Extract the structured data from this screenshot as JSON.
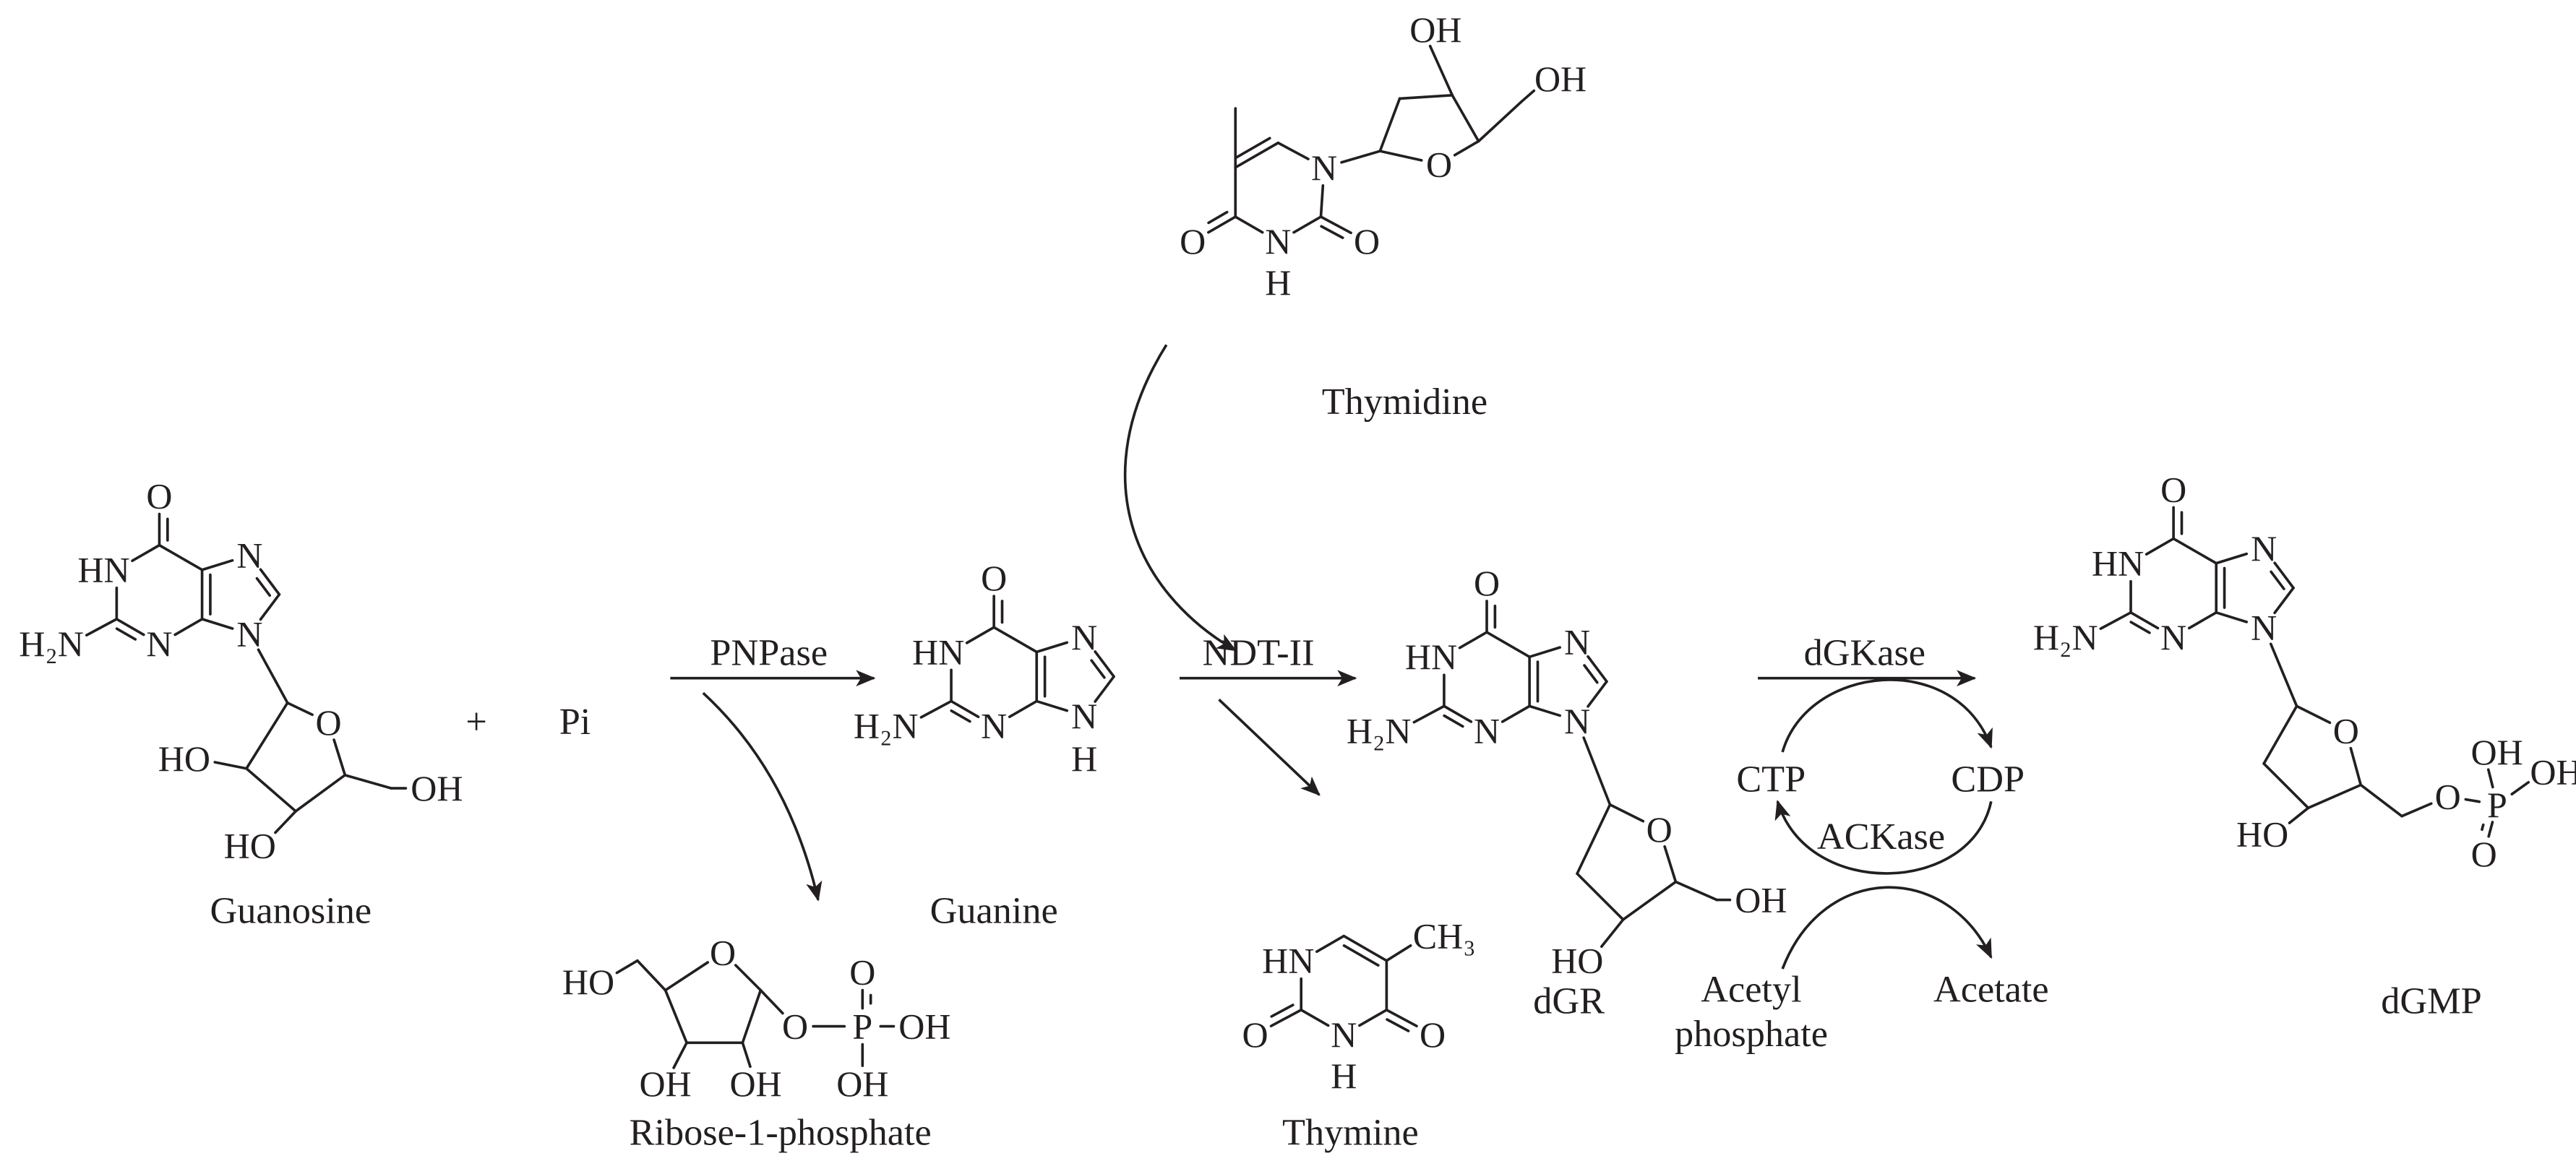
{
  "labels": {
    "thymidine": "Thymidine",
    "guanosine": "Guanosine",
    "plus": "+",
    "pi": "Pi",
    "pnpase": "PNPase",
    "guanine": "Guanine",
    "ndt": "NDT-II",
    "thymine": "Thymine",
    "dgr": "dGR",
    "dgkase": "dGKase",
    "ctp": "CTP",
    "cdp": "CDP",
    "ackase": "ACKase",
    "acetyl_line1": "Acetyl",
    "acetyl_line2": "phosphate",
    "acetate": "Acetate",
    "dgmp": "dGMP",
    "r1p": "Ribose-1-phosphate"
  },
  "molecules": {
    "guanosine": {
      "atoms": [
        "O",
        "HN",
        "N",
        "N",
        "N",
        "H₂N",
        "O",
        "HO",
        "HO",
        "OH"
      ]
    },
    "guanine": {
      "atoms": [
        "O",
        "HN",
        "N",
        "N",
        "N",
        "H₂N",
        "H"
      ]
    },
    "dgr": {
      "atoms": [
        "O",
        "HN",
        "N",
        "N",
        "N",
        "H₂N",
        "O",
        "HO",
        "OH"
      ]
    },
    "dgmp": {
      "atoms": [
        "O",
        "HN",
        "N",
        "N",
        "N",
        "H₂N",
        "O",
        "HO",
        "O",
        "P",
        "OH",
        "OH",
        "O"
      ]
    },
    "thymidine": {
      "atoms": [
        "N",
        "O",
        "N",
        "H",
        "O",
        "O",
        "OH",
        "OH"
      ]
    },
    "thymine": {
      "atoms": [
        "HN",
        "CH₃",
        "O",
        "N",
        "H",
        "O"
      ]
    },
    "r1p": {
      "atoms": [
        "O",
        "HO",
        "OH",
        "OH",
        "O",
        "P",
        "O",
        "OH",
        "OH"
      ]
    }
  }
}
